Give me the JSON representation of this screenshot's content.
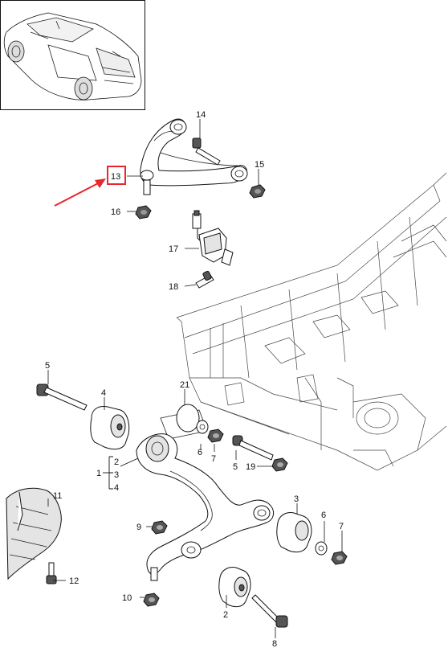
{
  "callouts": {
    "c2": "2",
    "c3a": "3",
    "c3b": "3",
    "c4a": "4",
    "c4b": "4",
    "c1": "1",
    "c5a": "5",
    "c5b": "5",
    "c6a": "6",
    "c6b": "6",
    "c7a": "7",
    "c7b": "7",
    "c8": "8",
    "c9": "9",
    "c10": "10",
    "c11": "11",
    "c12": "12",
    "c13": "13",
    "c14": "14",
    "c15": "15",
    "c16": "16",
    "c17": "17",
    "c18": "18",
    "c19": "19",
    "c21": "21",
    "c2b": "2"
  },
  "colors": {
    "highlight": "#e8262b",
    "line": "#111111",
    "background": "#ffffff"
  },
  "highlighted_part": "13"
}
